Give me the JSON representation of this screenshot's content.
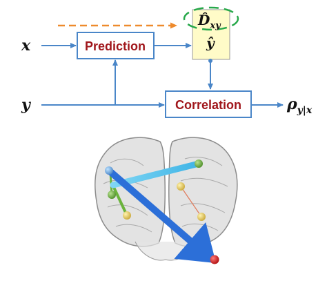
{
  "diagram": {
    "inputs": {
      "x": "x",
      "y": "y"
    },
    "boxes": {
      "prediction": "Prediction",
      "correlation": "Correlation"
    },
    "prediction_output": {
      "distance": "D̂",
      "distance_subscript": "xy",
      "estimate": "ŷ"
    },
    "output": {
      "rho": "ρ",
      "subscript": "y|x"
    }
  },
  "colors": {
    "arrow": "#4a86c8",
    "box_border": "#4a86c8",
    "box_label": "#a0161b",
    "output_fill": "#fffbc8",
    "dashed_arrow": "#ee8a2c",
    "dashed_ellipse": "#27a84a",
    "brain": "#c8c8c8",
    "edge_main": "#2c6fd8",
    "edge_cyan": "#4ec3ee",
    "node_green": "#6bb33d",
    "node_yellow": "#e8d060",
    "node_red": "#d81c1c"
  }
}
